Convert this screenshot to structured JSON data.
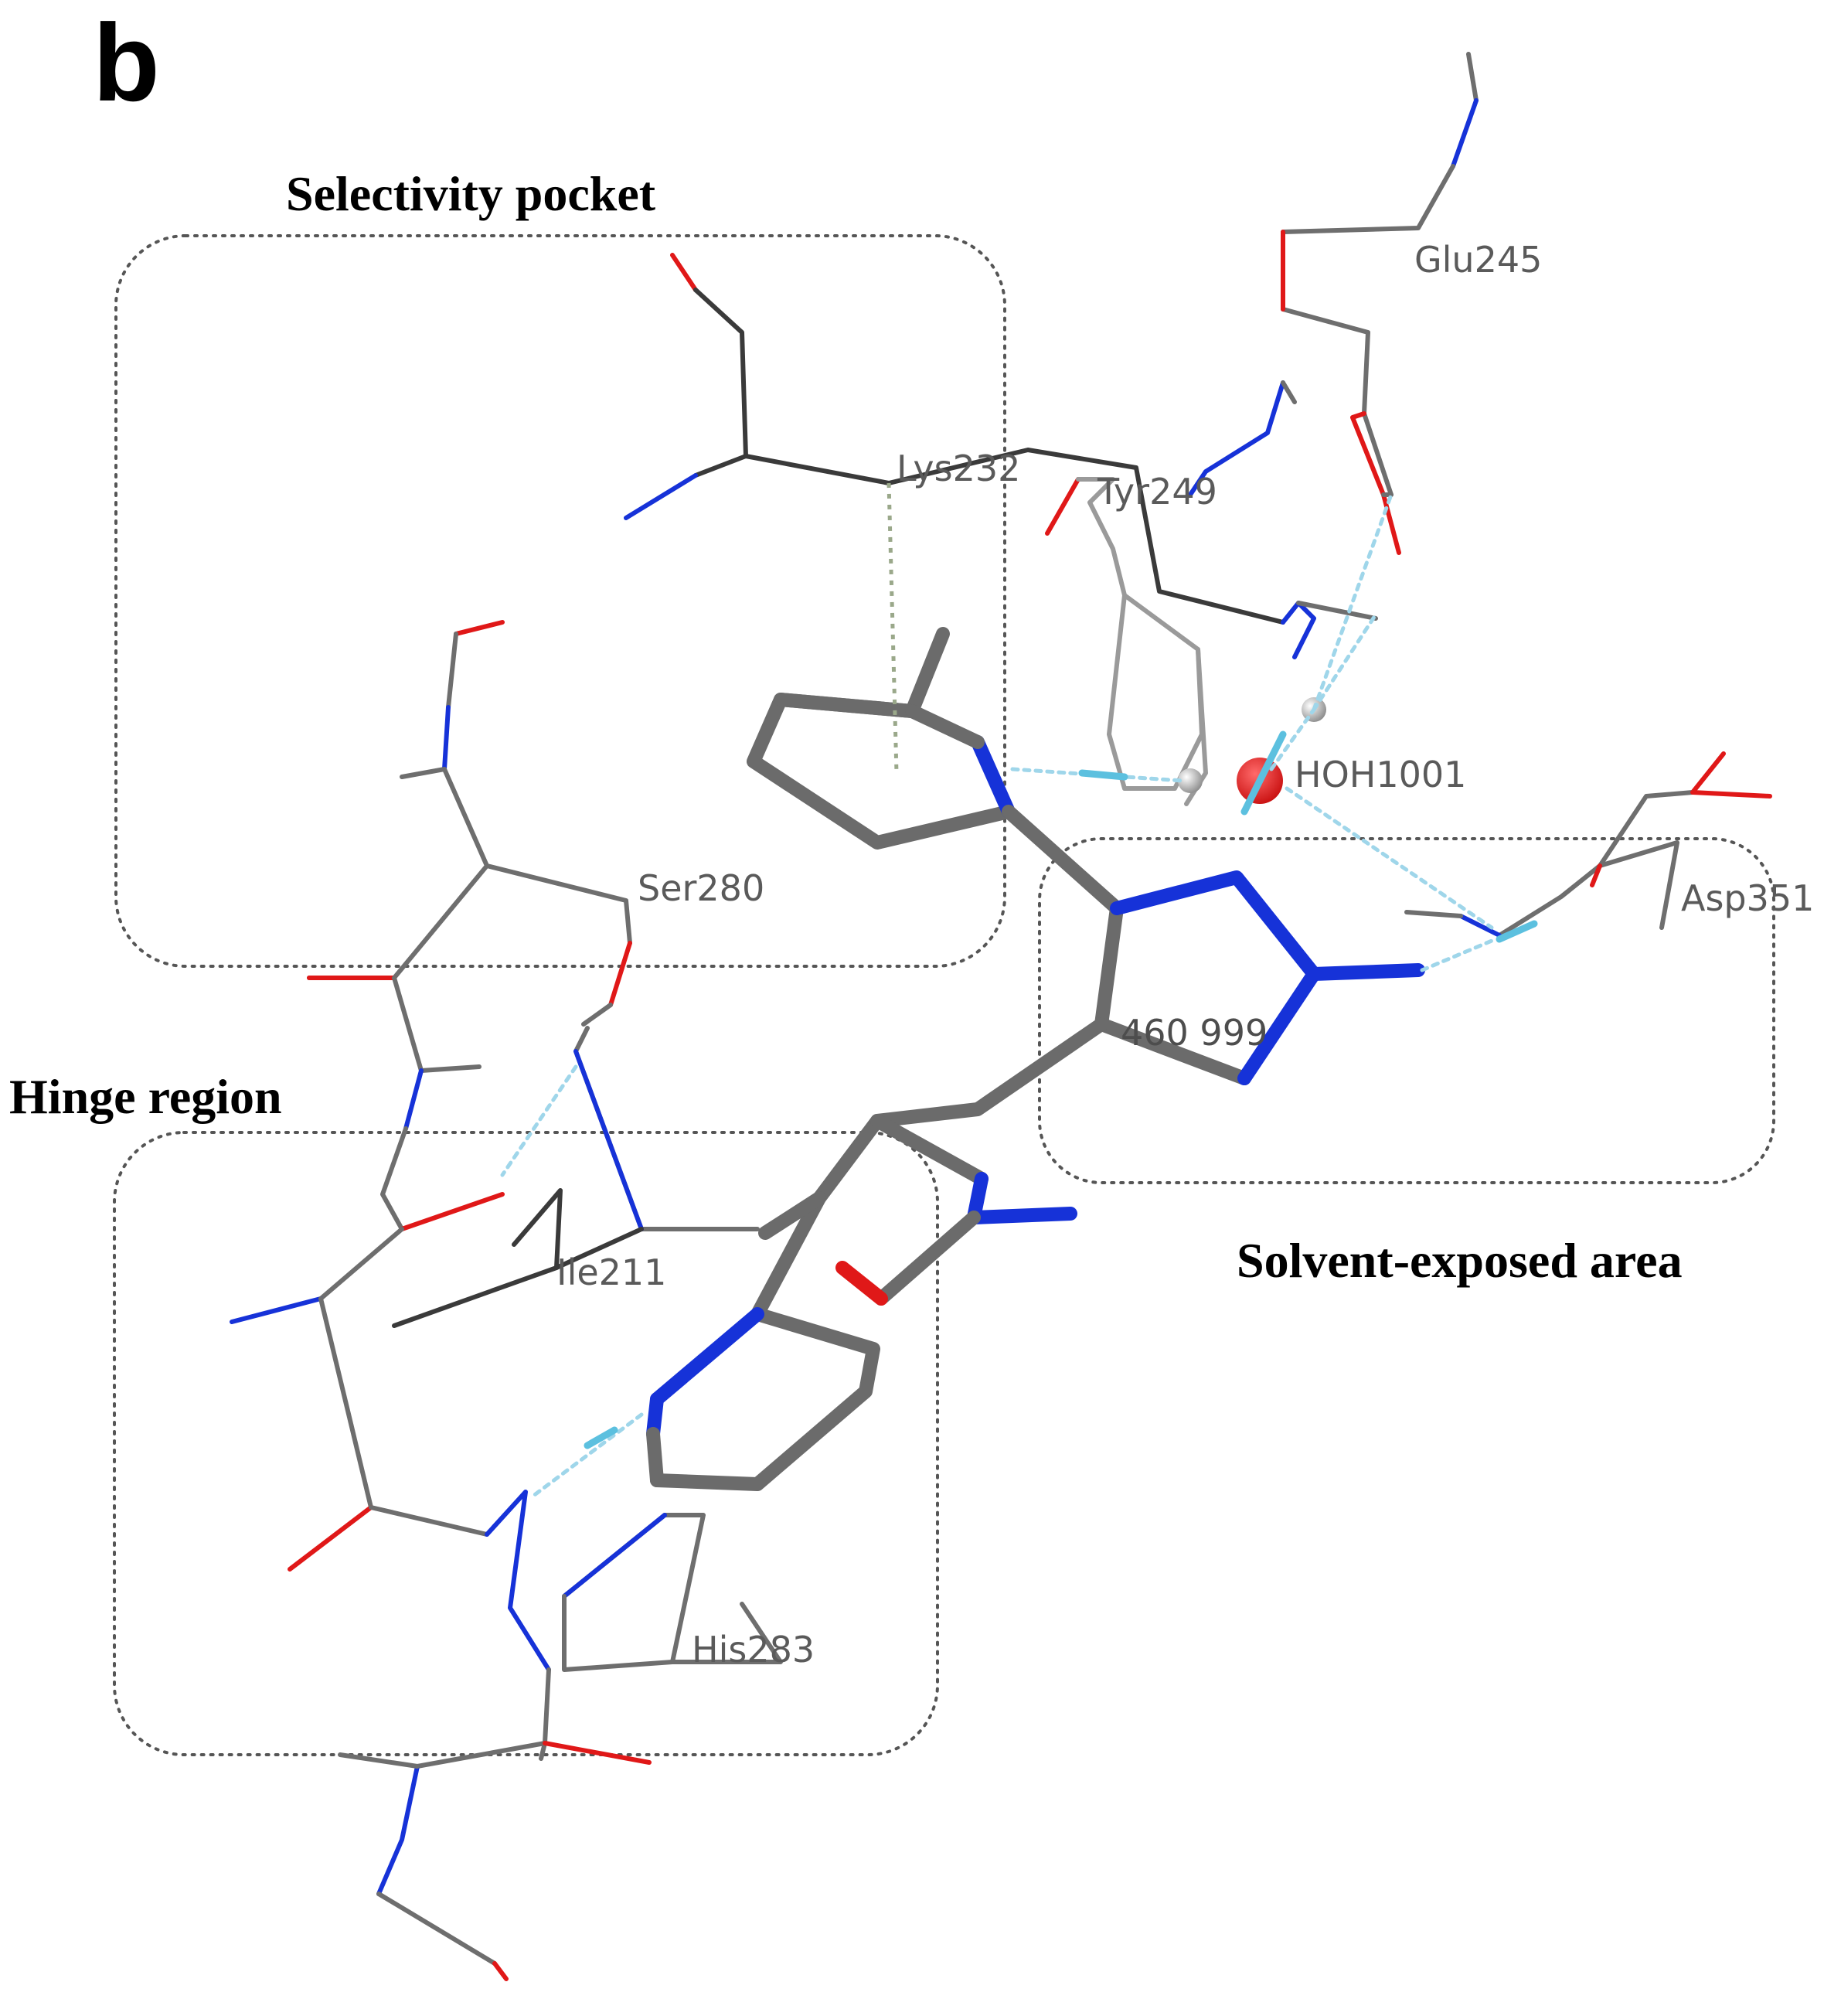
{
  "panel_label": "b",
  "regions": {
    "selectivity": "Selectivity pocket",
    "hinge": "Hinge region",
    "solvent": "Solvent-exposed area"
  },
  "residues": {
    "glu": "Glu245",
    "lys": "Lys232",
    "tyr": "Tyr249",
    "ser": "Ser280",
    "ile": "Ile211",
    "his": "His283",
    "asp": "Asp351",
    "water": "HOH1001"
  },
  "ligand_label": "460 999",
  "colors": {
    "carbon_protein": "#6e6e6e",
    "carbon_ligand": "#6b6b6b",
    "nitrogen": "#1632d8",
    "oxygen": "#e01818",
    "hydrogen_bond": "#5cc0df",
    "water": "#e01515"
  }
}
